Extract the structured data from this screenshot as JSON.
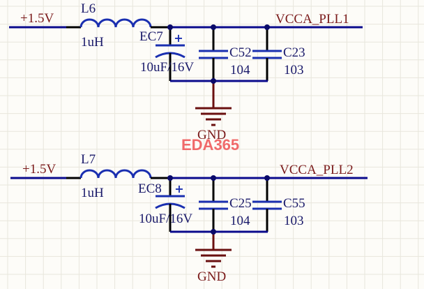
{
  "colors": {
    "wire": "#0a0a8c",
    "wire_stub": "#000000",
    "component": "#1a2fb0",
    "junction": "#0a0a6a",
    "ground": "#6a1010",
    "net_label": "#7a1a1a",
    "designator": "#1a1a6a",
    "grid": "#e8e6dc",
    "background": "#fdfcf8",
    "watermark": "#f06a6a"
  },
  "watermark": "EDA365",
  "circuits": [
    {
      "input_net": "+1.5V",
      "output_net": "VCCA_PLL1",
      "inductor": {
        "ref": "L6",
        "value": "1uH"
      },
      "electrolytic": {
        "ref": "EC7",
        "value": "10uF/16V",
        "polarity": "+"
      },
      "caps": [
        {
          "ref": "C52",
          "value": "104"
        },
        {
          "ref": "C23",
          "value": "103"
        }
      ],
      "ground": "GND"
    },
    {
      "input_net": "+1.5V",
      "output_net": "VCCA_PLL2",
      "inductor": {
        "ref": "L7",
        "value": "1uH"
      },
      "electrolytic": {
        "ref": "EC8",
        "value": "10uF/16V",
        "polarity": "+"
      },
      "caps": [
        {
          "ref": "C25",
          "value": "104"
        },
        {
          "ref": "C55",
          "value": "103"
        }
      ],
      "ground": "GND"
    }
  ]
}
